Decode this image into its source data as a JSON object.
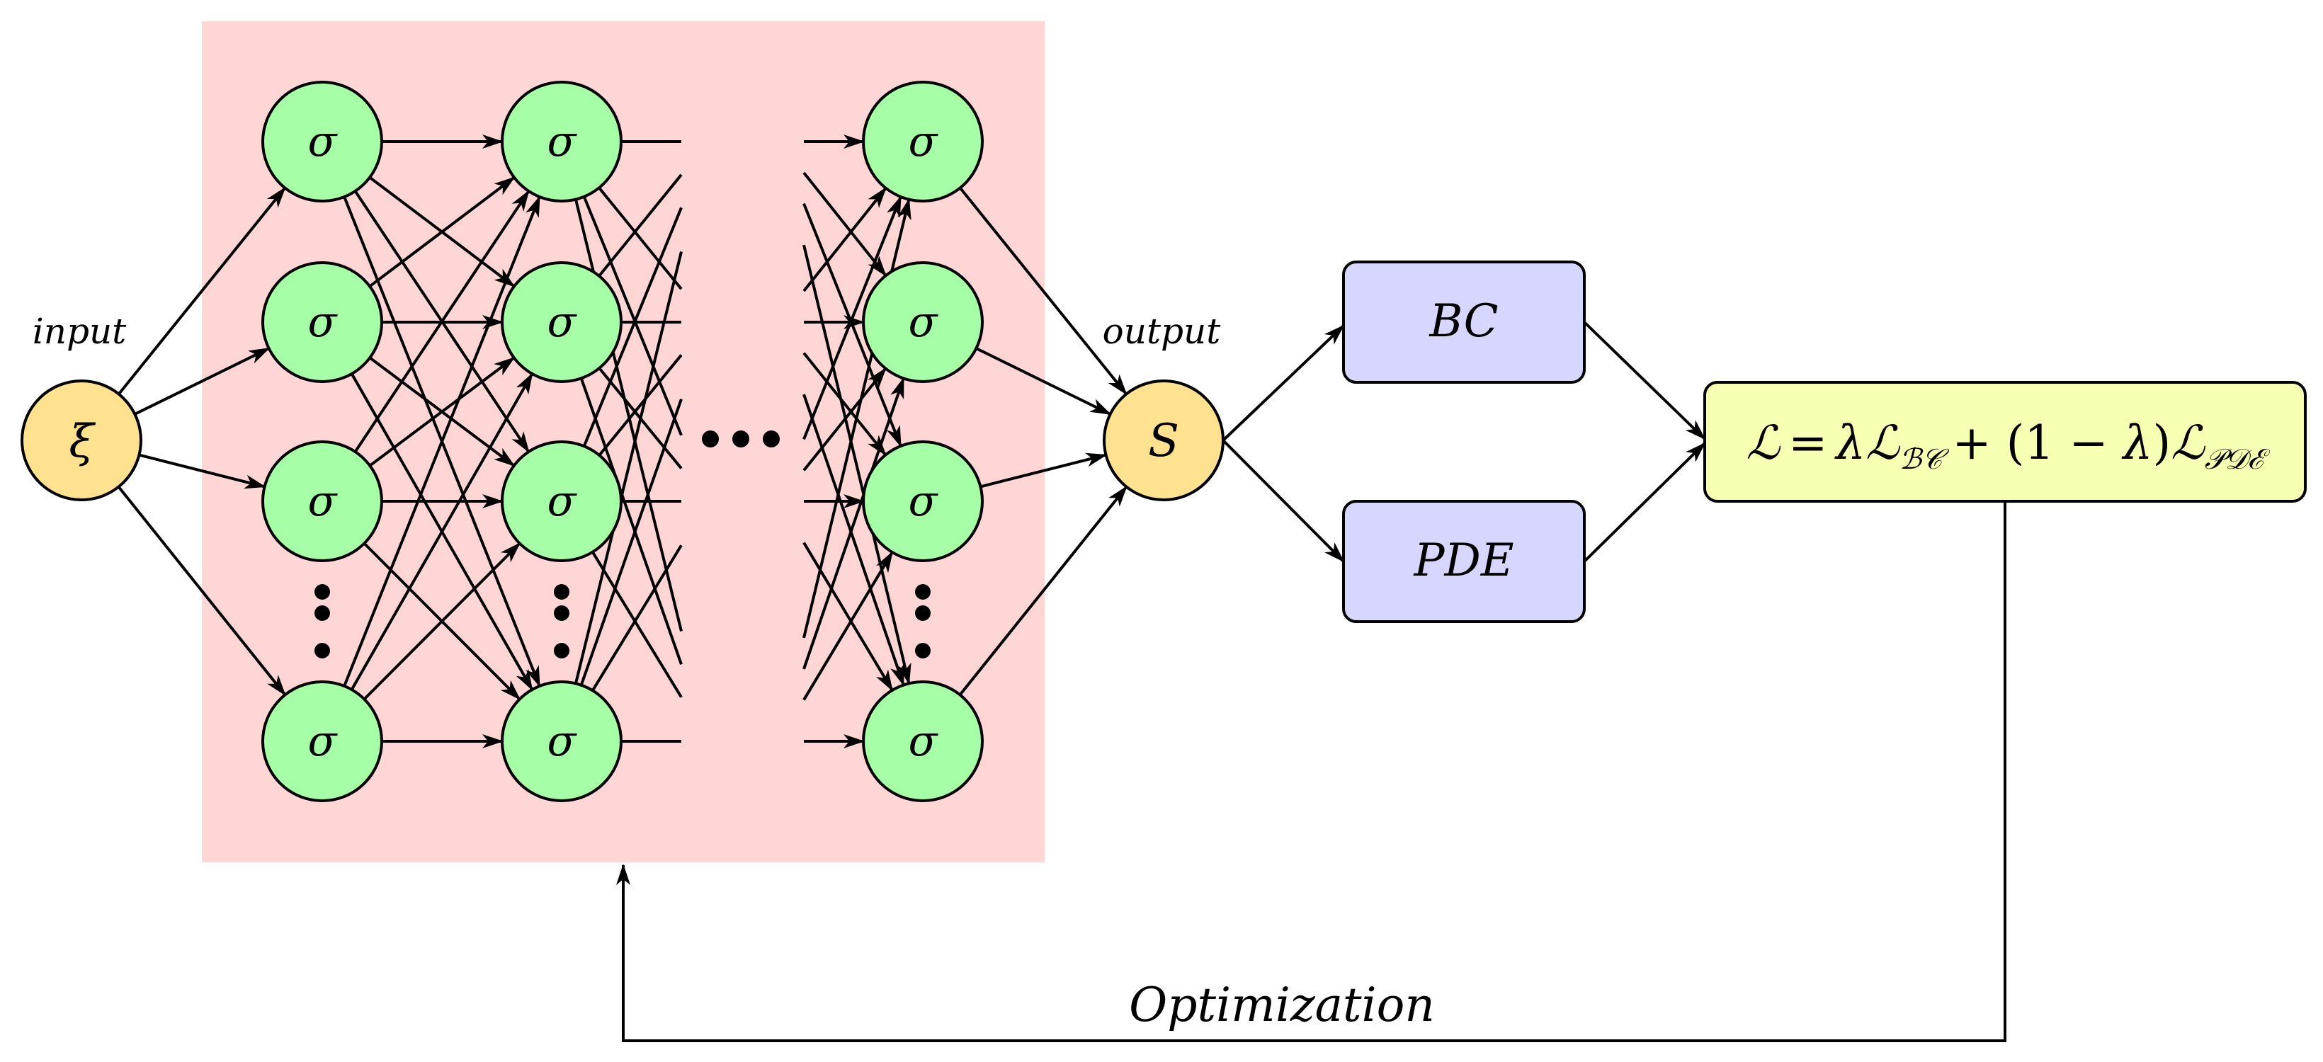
{
  "input": {
    "label": "input",
    "symbol": "ξ"
  },
  "output": {
    "label": "output",
    "symbol": "S"
  },
  "neuron_symbol": "σ",
  "boxes": {
    "bc": "BC",
    "pde": "PDE"
  },
  "loss": {
    "script_l": "ℒ",
    "equals": "=",
    "lambda": "λ",
    "sub_bc": "ℬ𝒞",
    "plus_open": "+ (1 − ",
    "close": ")",
    "sub_pde": "𝒫𝒟ℰ"
  },
  "feedback_label": "Optimization",
  "colors": {
    "hidden_region": "#ffd6d6",
    "neuron": "#a6ffa6",
    "io_node": "#ffe28f",
    "box": "#d6d6ff",
    "loss_box": "#f7ffb3",
    "stroke": "#000000"
  }
}
